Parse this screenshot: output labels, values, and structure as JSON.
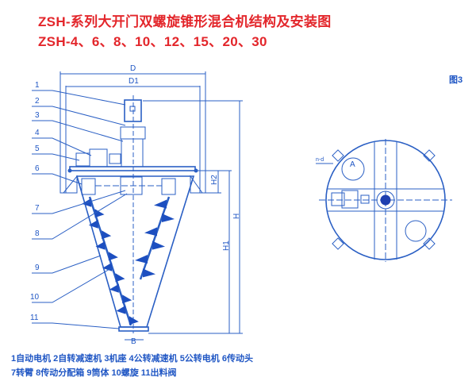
{
  "title": {
    "line1": "ZSH-系列大开门双螺旋锥形混合机结构及安装图",
    "line2": "ZSH-4、6、8、10、12、15、20、30"
  },
  "figure_label": "图3",
  "dimensions": {
    "D": "D",
    "D1": "D1",
    "H": "H",
    "H1": "H1",
    "H2": "H2",
    "B": "B",
    "nd": "n-d",
    "A": "A"
  },
  "callouts": [
    "1",
    "2",
    "3",
    "4",
    "5",
    "6",
    "7",
    "8",
    "9",
    "10",
    "11"
  ],
  "legend": {
    "line1": "1自动电机 2自转减速机 3机座 4公转减速机 5公转电机 6传动头",
    "line2": "7转臂 8传动分配箱 9筒体 10螺旋 11出料阀"
  },
  "colors": {
    "title": "#e3262b",
    "line": "#2a5fc4"
  }
}
